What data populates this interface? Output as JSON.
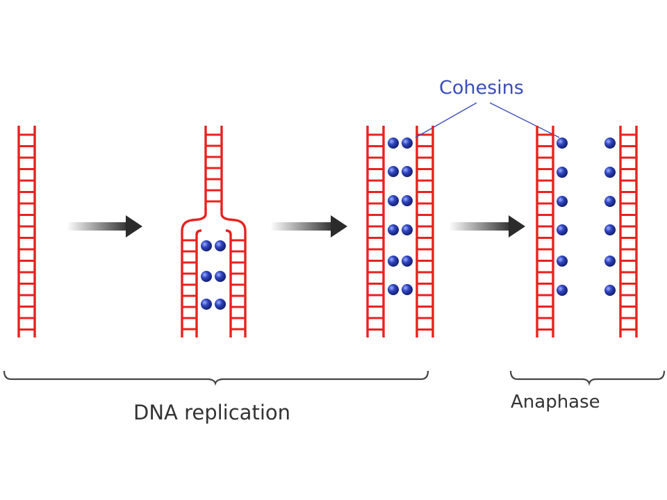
{
  "labels": {
    "cohesins": "Cohesins",
    "dna_replication": "DNA replication",
    "anaphase": "Anaphase"
  },
  "colors": {
    "dna": "#e8211f",
    "cohesin": "#2a3fa8",
    "cohesin_label": "#3b4cb8",
    "arrow": "#2b2b2b",
    "bracket": "#444444",
    "text": "#333333"
  }
}
